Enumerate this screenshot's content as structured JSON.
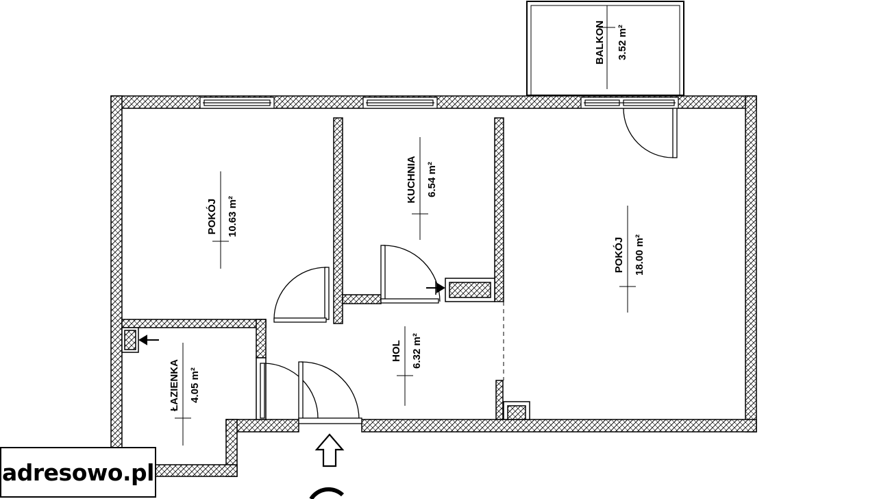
{
  "rooms": {
    "balkon": {
      "name": "BALKON",
      "area": "3.52 m²"
    },
    "pokoj_1": {
      "name": "POKÓJ",
      "area": "10.63 m²"
    },
    "kuchnia": {
      "name": "KUCHNIA",
      "area": "6.54 m²"
    },
    "pokoj_2": {
      "name": "POKÓJ",
      "area": "18.00 m²"
    },
    "hol": {
      "name": "HOL",
      "area": "6.32 m²"
    },
    "lazienka": {
      "name": "ŁAZIENKA",
      "area": "4.05 m²"
    }
  },
  "watermark": {
    "text": "adresowo.pl"
  },
  "colors": {
    "line": "#000000",
    "background": "#ffffff"
  }
}
